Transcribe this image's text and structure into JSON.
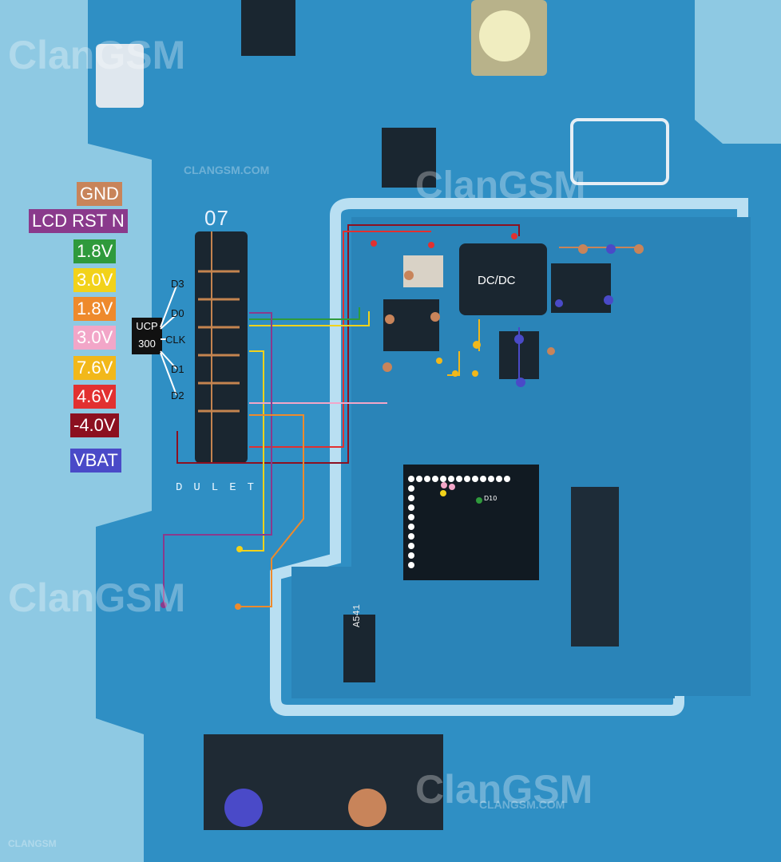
{
  "legend": [
    {
      "key": "gnd",
      "label": "GND",
      "color": "#c8845a"
    },
    {
      "key": "lcd_rst",
      "label": "LCD RST N",
      "color": "#8a3a8c"
    },
    {
      "key": "v18a",
      "label": "1.8V",
      "color": "#2f9a3c"
    },
    {
      "key": "v30a",
      "label": "3.0V",
      "color": "#f2d21a"
    },
    {
      "key": "v18b",
      "label": "1.8V",
      "color": "#ee8a2c"
    },
    {
      "key": "v30b",
      "label": "3.0V",
      "color": "#f2a6c8"
    },
    {
      "key": "v76",
      "label": "7.6V",
      "color": "#f2b81a"
    },
    {
      "key": "v46",
      "label": "4.6V",
      "color": "#e23030"
    },
    {
      "key": "vm40",
      "label": "-4.0V",
      "color": "#8c1020"
    },
    {
      "key": "vbat",
      "label": "VBAT",
      "color": "#4a4ac8"
    }
  ],
  "ucp": {
    "line1": "UCP",
    "line2": "300"
  },
  "pins": [
    "D3",
    "D0",
    "CLK",
    "D1",
    "D2"
  ],
  "connector_label": "07",
  "dcdc_label": "DC/DC",
  "d10_label": "D10",
  "chip_marking": "A541",
  "silkscreen": "DULET",
  "watermarks": [
    "ClanGSM",
    "CLANGSM.COM",
    "CLANGSM"
  ]
}
